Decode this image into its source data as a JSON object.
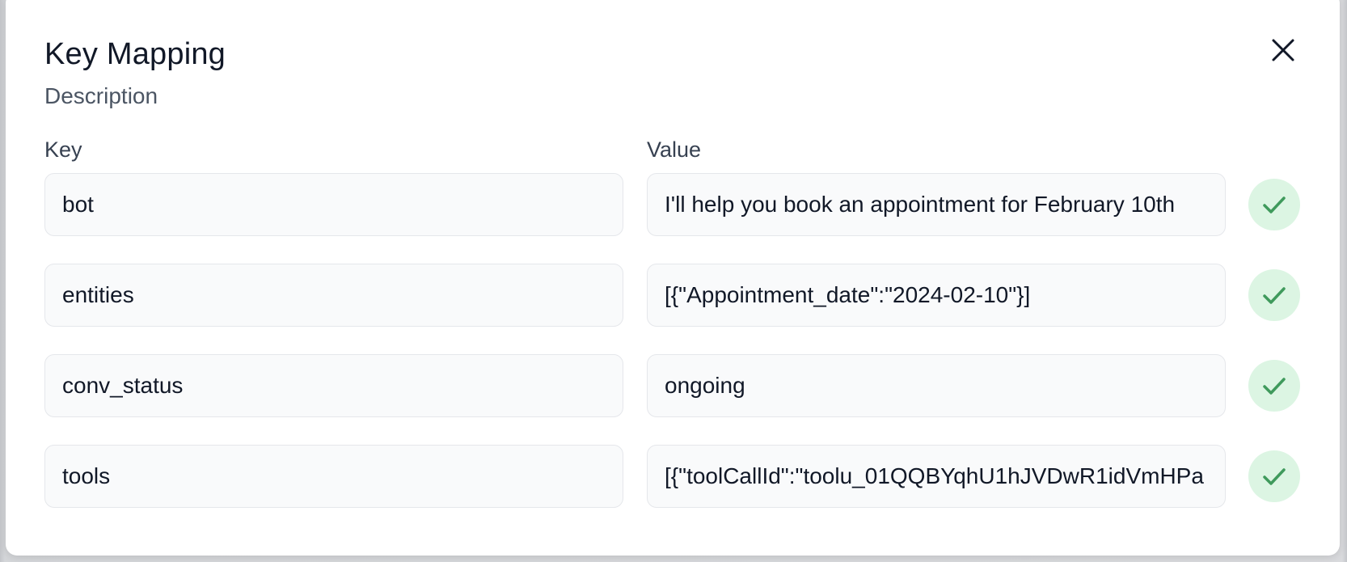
{
  "dialog": {
    "title": "Key Mapping",
    "description": "Description",
    "close_icon": "close-icon"
  },
  "columns": {
    "key_label": "Key",
    "value_label": "Value"
  },
  "rows": [
    {
      "key": "bot",
      "value": "I'll help you book an appointment for February 10th"
    },
    {
      "key": "entities",
      "value": "[{\"Appointment_date\":\"2024-02-10\"}]"
    },
    {
      "key": "conv_status",
      "value": "ongoing"
    },
    {
      "key": "tools",
      "value": "[{\"toolCallId\":\"toolu_01QQBYqhU1hJVDwR1idVmHPa"
    }
  ],
  "colors": {
    "accent_green": "#3f9a5c",
    "confirm_bg": "#dcf5e3",
    "field_bg": "#f9fafb",
    "field_border": "#e5e7eb"
  },
  "icons": {
    "confirm": "check-icon"
  }
}
